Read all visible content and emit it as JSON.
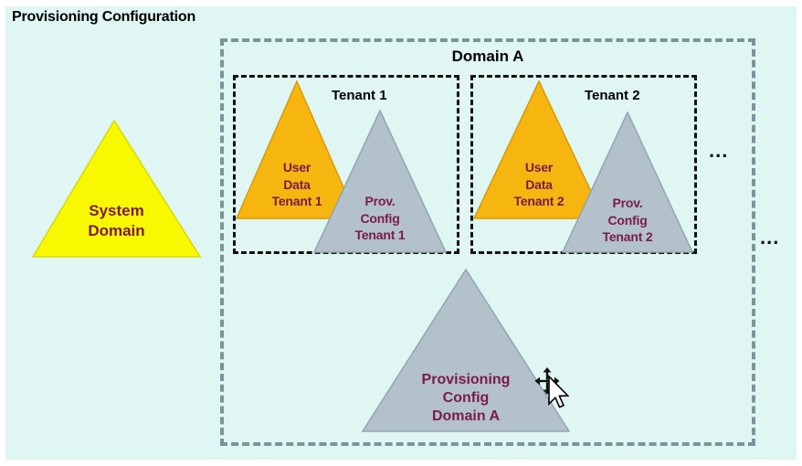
{
  "page": {
    "title": "Provisioning Configuration"
  },
  "domain_a": {
    "label": "Domain A",
    "ellipsis_inner": "...",
    "ellipsis_outer": "...",
    "tenants": [
      {
        "label": "Tenant 1",
        "user_data_label": "User\nData\nTenant 1",
        "prov_config_label": "Prov.\nConfig\nTenant 1"
      },
      {
        "label": "Tenant 2",
        "user_data_label": "User\nData\nTenant 2",
        "prov_config_label": "Prov.\nConfig\nTenant 2"
      }
    ],
    "provisioning_config_label": "Provisioning\nConfig\nDomain A"
  },
  "system_domain": {
    "label": "System\nDomain"
  },
  "icons": {
    "cursor": "move-pointer-cursor"
  },
  "colors": {
    "canvas_background": "#dff6f3",
    "yellow_triangle": "#f8f800",
    "orange_triangle": "#f7b510",
    "gray_triangle": "#b3c1ca",
    "triangle_text": "#7a1a4d",
    "domain_border_dash": "#78959b",
    "tenant_border_dash": "#111111",
    "title_text": "#000000"
  }
}
